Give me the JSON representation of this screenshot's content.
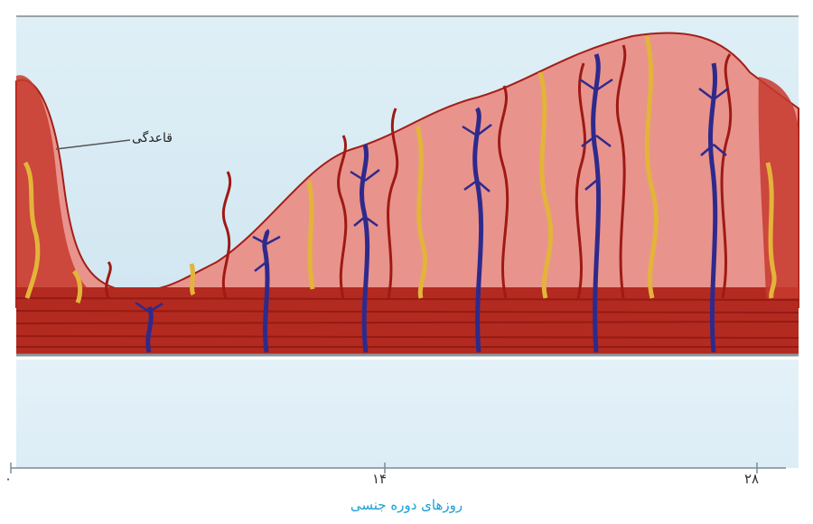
{
  "figure": {
    "label_basal": "قاعدگی",
    "axis_caption": "روزهای دوره جنسی",
    "ticks": [
      "۰",
      "۱۴",
      "۲۸"
    ]
  },
  "colors": {
    "sky": "#d9ecf4",
    "endometrium": "#e58a84",
    "muscle": "#b4231c",
    "vessel_red": "#9e1a14",
    "vein_blue": "#2e2a8c",
    "gland_yellow": "#e3b43a",
    "caption": "#1a9fd6"
  }
}
